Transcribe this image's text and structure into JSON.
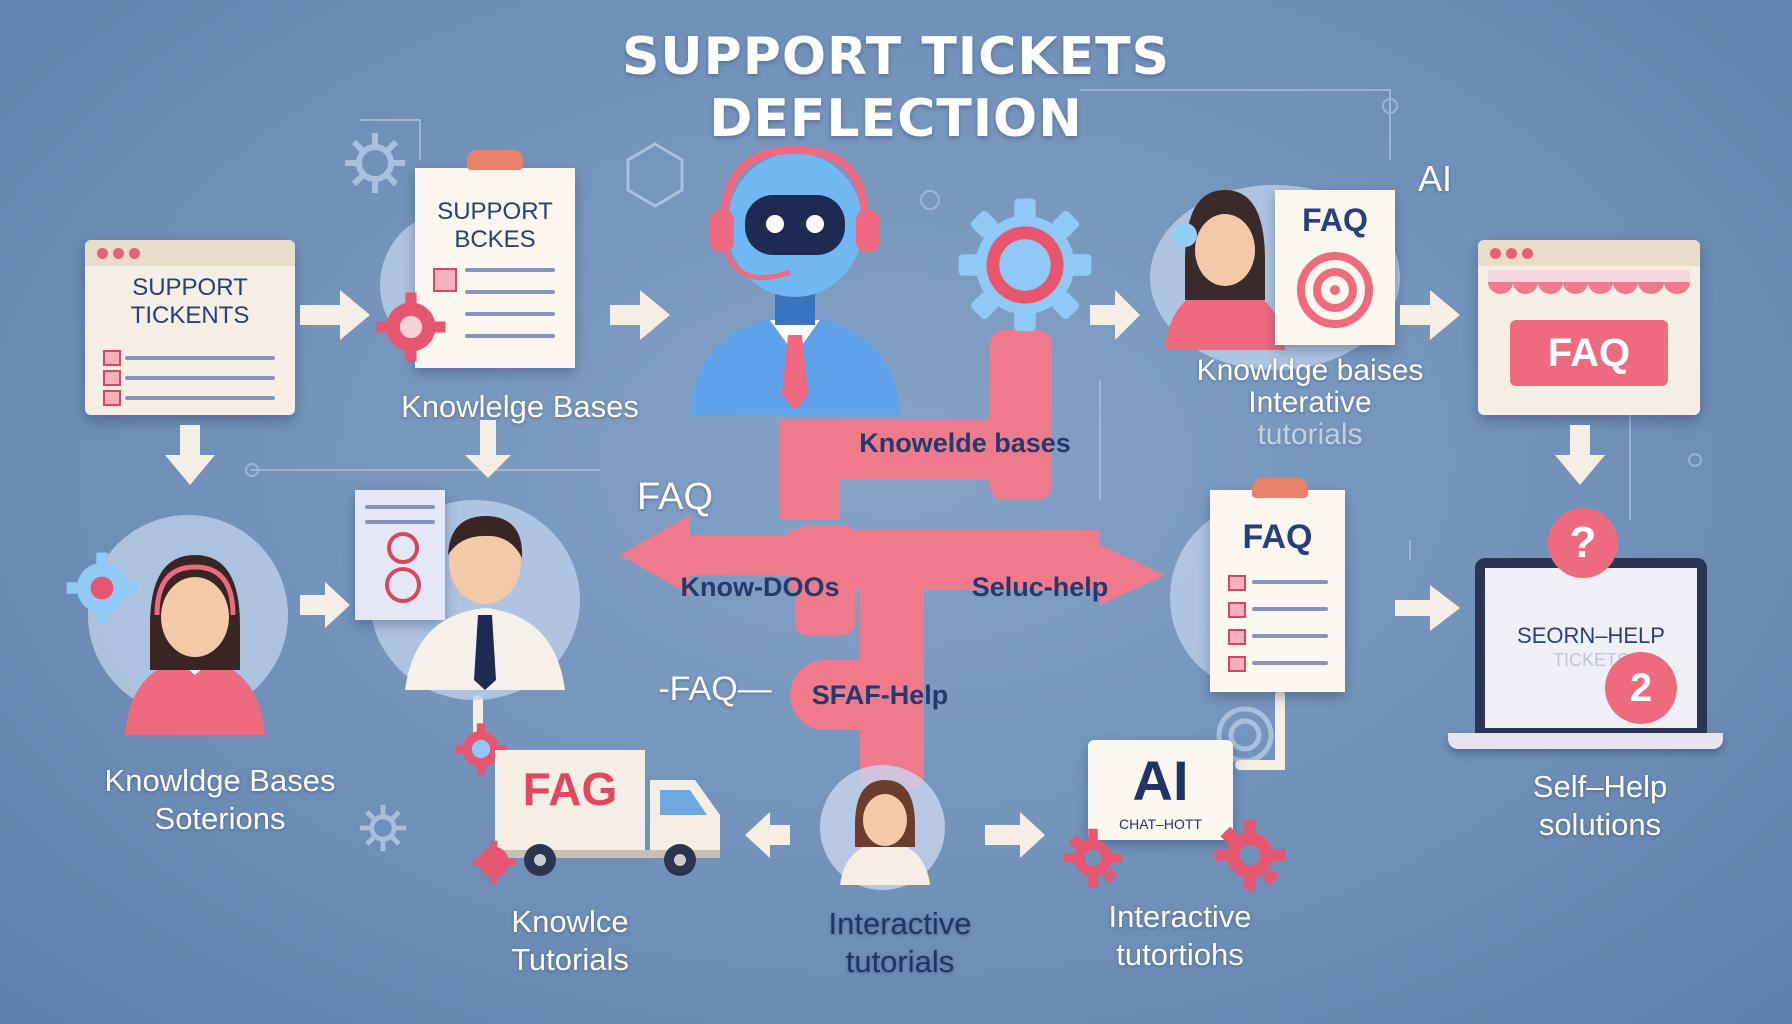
{
  "title": {
    "line1": "SUPPORT TICKETS",
    "line2": "DEFLECTION"
  },
  "colors": {
    "background": "#7191ba",
    "accent": "#ee6a7e",
    "paper": "#f5eee4",
    "text_dark": "#1f3566"
  },
  "nodes": {
    "support_tickets_window": {
      "line1": "SUPPORT",
      "line2": "TICKENTS"
    },
    "support_doc": {
      "line1": "SUPPORT",
      "line2": "BCKES",
      "label": "Knowlelge Bases"
    },
    "chatbot_agent": {
      "label": ""
    },
    "faq_agent": {
      "card": "FAQ",
      "label1": "Knowldge baises",
      "label2": "Interative",
      "label3": "tutorials"
    },
    "faq_store_window": {
      "sign": "FAQ"
    },
    "ai_text": "AI",
    "left_agent": {
      "label1": "Knowldge Bases",
      "label2": "Soterions"
    },
    "male_agent": {
      "label": ""
    },
    "faq_center": "FAQ",
    "faq_checklist": {
      "card": "FAQ"
    },
    "laptop": {
      "badge1": "?",
      "screen1": "SEORN–HELP",
      "screen2": "TICKETS",
      "badge2": "2",
      "label1": "Self–Help",
      "label2": "solutions"
    },
    "truck": {
      "card": "FAG",
      "label1": "Knowlce",
      "label2": "Tutorials"
    },
    "center_person": {
      "label1": "Interactive",
      "label2": "tutorials"
    },
    "ai_chatbot": {
      "big": "AI",
      "small": "CHAT–HOTT",
      "label1": "Interactive",
      "label2": "tutortiohs"
    },
    "hub_labels": {
      "top": "Knowelde bases",
      "left": "Know-DOOs",
      "right": "Seluc-help",
      "faq_lower": "-FAQ—",
      "bottom": "SFAF-Help"
    }
  }
}
